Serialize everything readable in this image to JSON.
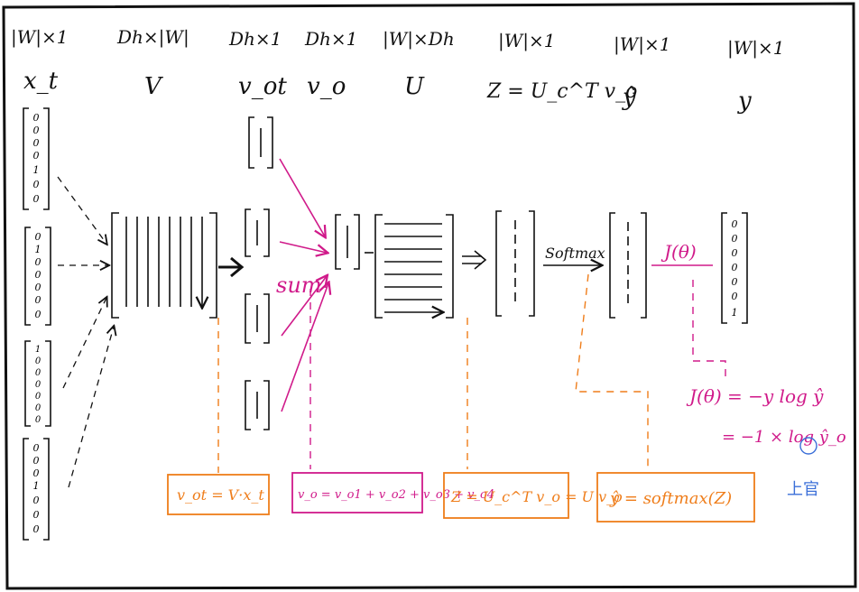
{
  "columns": [
    {
      "dim": "|W|×1",
      "symbol": "x_t"
    },
    {
      "dim": "Dh×|W|",
      "symbol": "V"
    },
    {
      "dim": "Dh×1",
      "symbol": "v_ot"
    },
    {
      "dim": "Dh×1",
      "symbol": "v_o"
    },
    {
      "dim": "|W|×Dh",
      "symbol": "U"
    },
    {
      "dim": "|W|×1",
      "symbol": "Z = U_c^T v_o"
    },
    {
      "dim": "|W|×1",
      "symbol": "ŷ"
    },
    {
      "dim": "|W|×1",
      "symbol": "y"
    }
  ],
  "input_vectors": [
    [
      "0",
      "0",
      "0",
      "0",
      "1",
      "0",
      "0"
    ],
    [
      "0",
      "1",
      "0",
      "0",
      "0",
      "0",
      "0"
    ],
    [
      "1",
      "0",
      "0",
      "0",
      "0",
      "0",
      "0"
    ],
    [
      "0",
      "0",
      "0",
      "1",
      "0",
      "0",
      "0"
    ]
  ],
  "output_vector": [
    "0",
    "0",
    "0",
    "0",
    "0",
    "0",
    "1"
  ],
  "labels": {
    "sum": "sum",
    "softmax": "Softmax",
    "loss": "J(θ)"
  },
  "boxes": {
    "box1": "v_ot = V·x_t",
    "box2": "v_o = v_o1 + v_o2 + v_o3 + v_o4",
    "box3": "Z = U_c^T v_o = U v_o",
    "box4": "ŷ = softmax(Z)"
  },
  "loss_equations": {
    "line1": "J(θ) = −y log ŷ",
    "line2": "= −1 × log ŷ_o"
  },
  "signature": "上官",
  "colors": {
    "ink": "#111111",
    "magenta": "#d01a8a",
    "orange": "#ef7d1a",
    "blue": "#3b6fd8"
  }
}
